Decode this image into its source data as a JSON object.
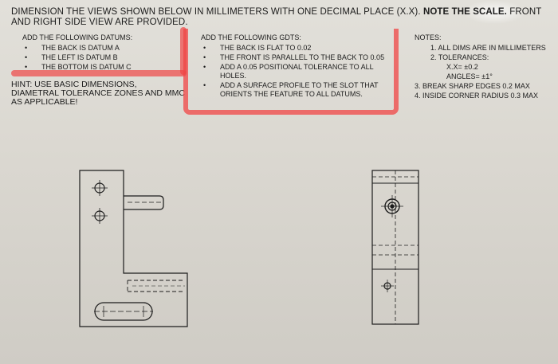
{
  "title": {
    "part1": "DIMENSION THE VIEWS SHOWN BELOW IN MILLIMETERS WITH ONE DECIMAL PLACE (X.X).",
    "emphasis": "NOTE THE SCALE.",
    "part2": "FRONT AND RIGHT SIDE VIEW ARE PROVIDED."
  },
  "datums": {
    "heading": "ADD THE FOLLOWING DATUMS:",
    "items": [
      "THE BACK IS DATUM A",
      "THE LEFT IS DATUM B",
      "THE BOTTOM IS DATUM C"
    ]
  },
  "hint": "HINT: USE BASIC DIMENSIONS, DIAMETRAL TOLERANCE ZONES AND MMC AS APPLICABLE!",
  "gdts": {
    "heading": "ADD THE FOLLOWING GDTS:",
    "items": [
      "THE BACK IS FLAT TO 0.02",
      "THE FRONT IS PARALLEL TO THE BACK TO 0.05",
      "ADD A 0.05 POSITIONAL TOLERANCE TO ALL HOLES.",
      "ADD A SURFACE PROFILE TO THE SLOT THAT ORIENTS THE FEATURE TO ALL DATUMS."
    ]
  },
  "notes": {
    "heading": "NOTES:",
    "n1": "1. ALL DIMS ARE IN MILLIMETERS",
    "n2": "2. TOLERANCES:",
    "tol1": "X.X= ±0.2",
    "tol2": "ANGLES= ±1°",
    "n3": "3. BREAK SHARP EDGES 0.2 MAX",
    "n4": "4. INSIDE CORNER RADIUS 0.3 MAX"
  },
  "colors": {
    "highlight": "#f04646",
    "ink": "#1c1c1c"
  }
}
